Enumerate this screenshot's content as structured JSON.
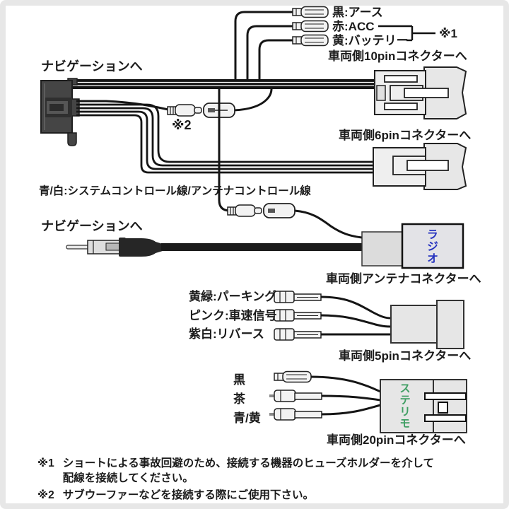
{
  "diagram_title": "car-audio-harness-wiring-diagram",
  "labels": {
    "nav_top": "ナビゲーションへ",
    "wire_ground": "黒:アース",
    "wire_acc": "赤:ACC",
    "wire_battery": "黄:バッテリー",
    "ref1": "※1",
    "conn_10pin": "車両側10pinコネクターへ",
    "ref2": "※2",
    "conn_6pin": "車両側6pinコネクターへ",
    "wire_control": "青/白:システムコントロール線/アンテナコントロール線",
    "nav_antenna": "ナビゲーションへ",
    "radio_marking": "ラジオ",
    "conn_antenna": "車両側アンテナコネクターへ",
    "wire_parking": "黄緑:パーキング",
    "wire_speed": "ピンク:車速信号",
    "wire_reverse": "紫白:リバース",
    "conn_5pin": "車両側5pinコネクターへ",
    "wire_black": "黒",
    "wire_brown": "茶",
    "wire_blue_yellow": "青/黄",
    "sterimo_marking": "ステリモ",
    "conn_20pin": "車両側20pinコネクターへ"
  },
  "notes": [
    {
      "ref": "※1",
      "lines": [
        "ショートによる事故回避のため、接続する機器のヒューズホルダーを介して",
        "配線を接続してください。"
      ]
    },
    {
      "ref": "※2",
      "lines": [
        "サブウーファーなどを接続する際にご使用下さい。"
      ]
    }
  ],
  "colors": {
    "radio_marking_text": "#2633bf",
    "sterimo_marking_text": "#3f9e63",
    "wire": "#1a1a1a",
    "connector_light_fill": "#e7e7e7",
    "nav_connector_fill": "#454545",
    "frame_border": "#e7e7e7",
    "background": "#ffffff"
  }
}
